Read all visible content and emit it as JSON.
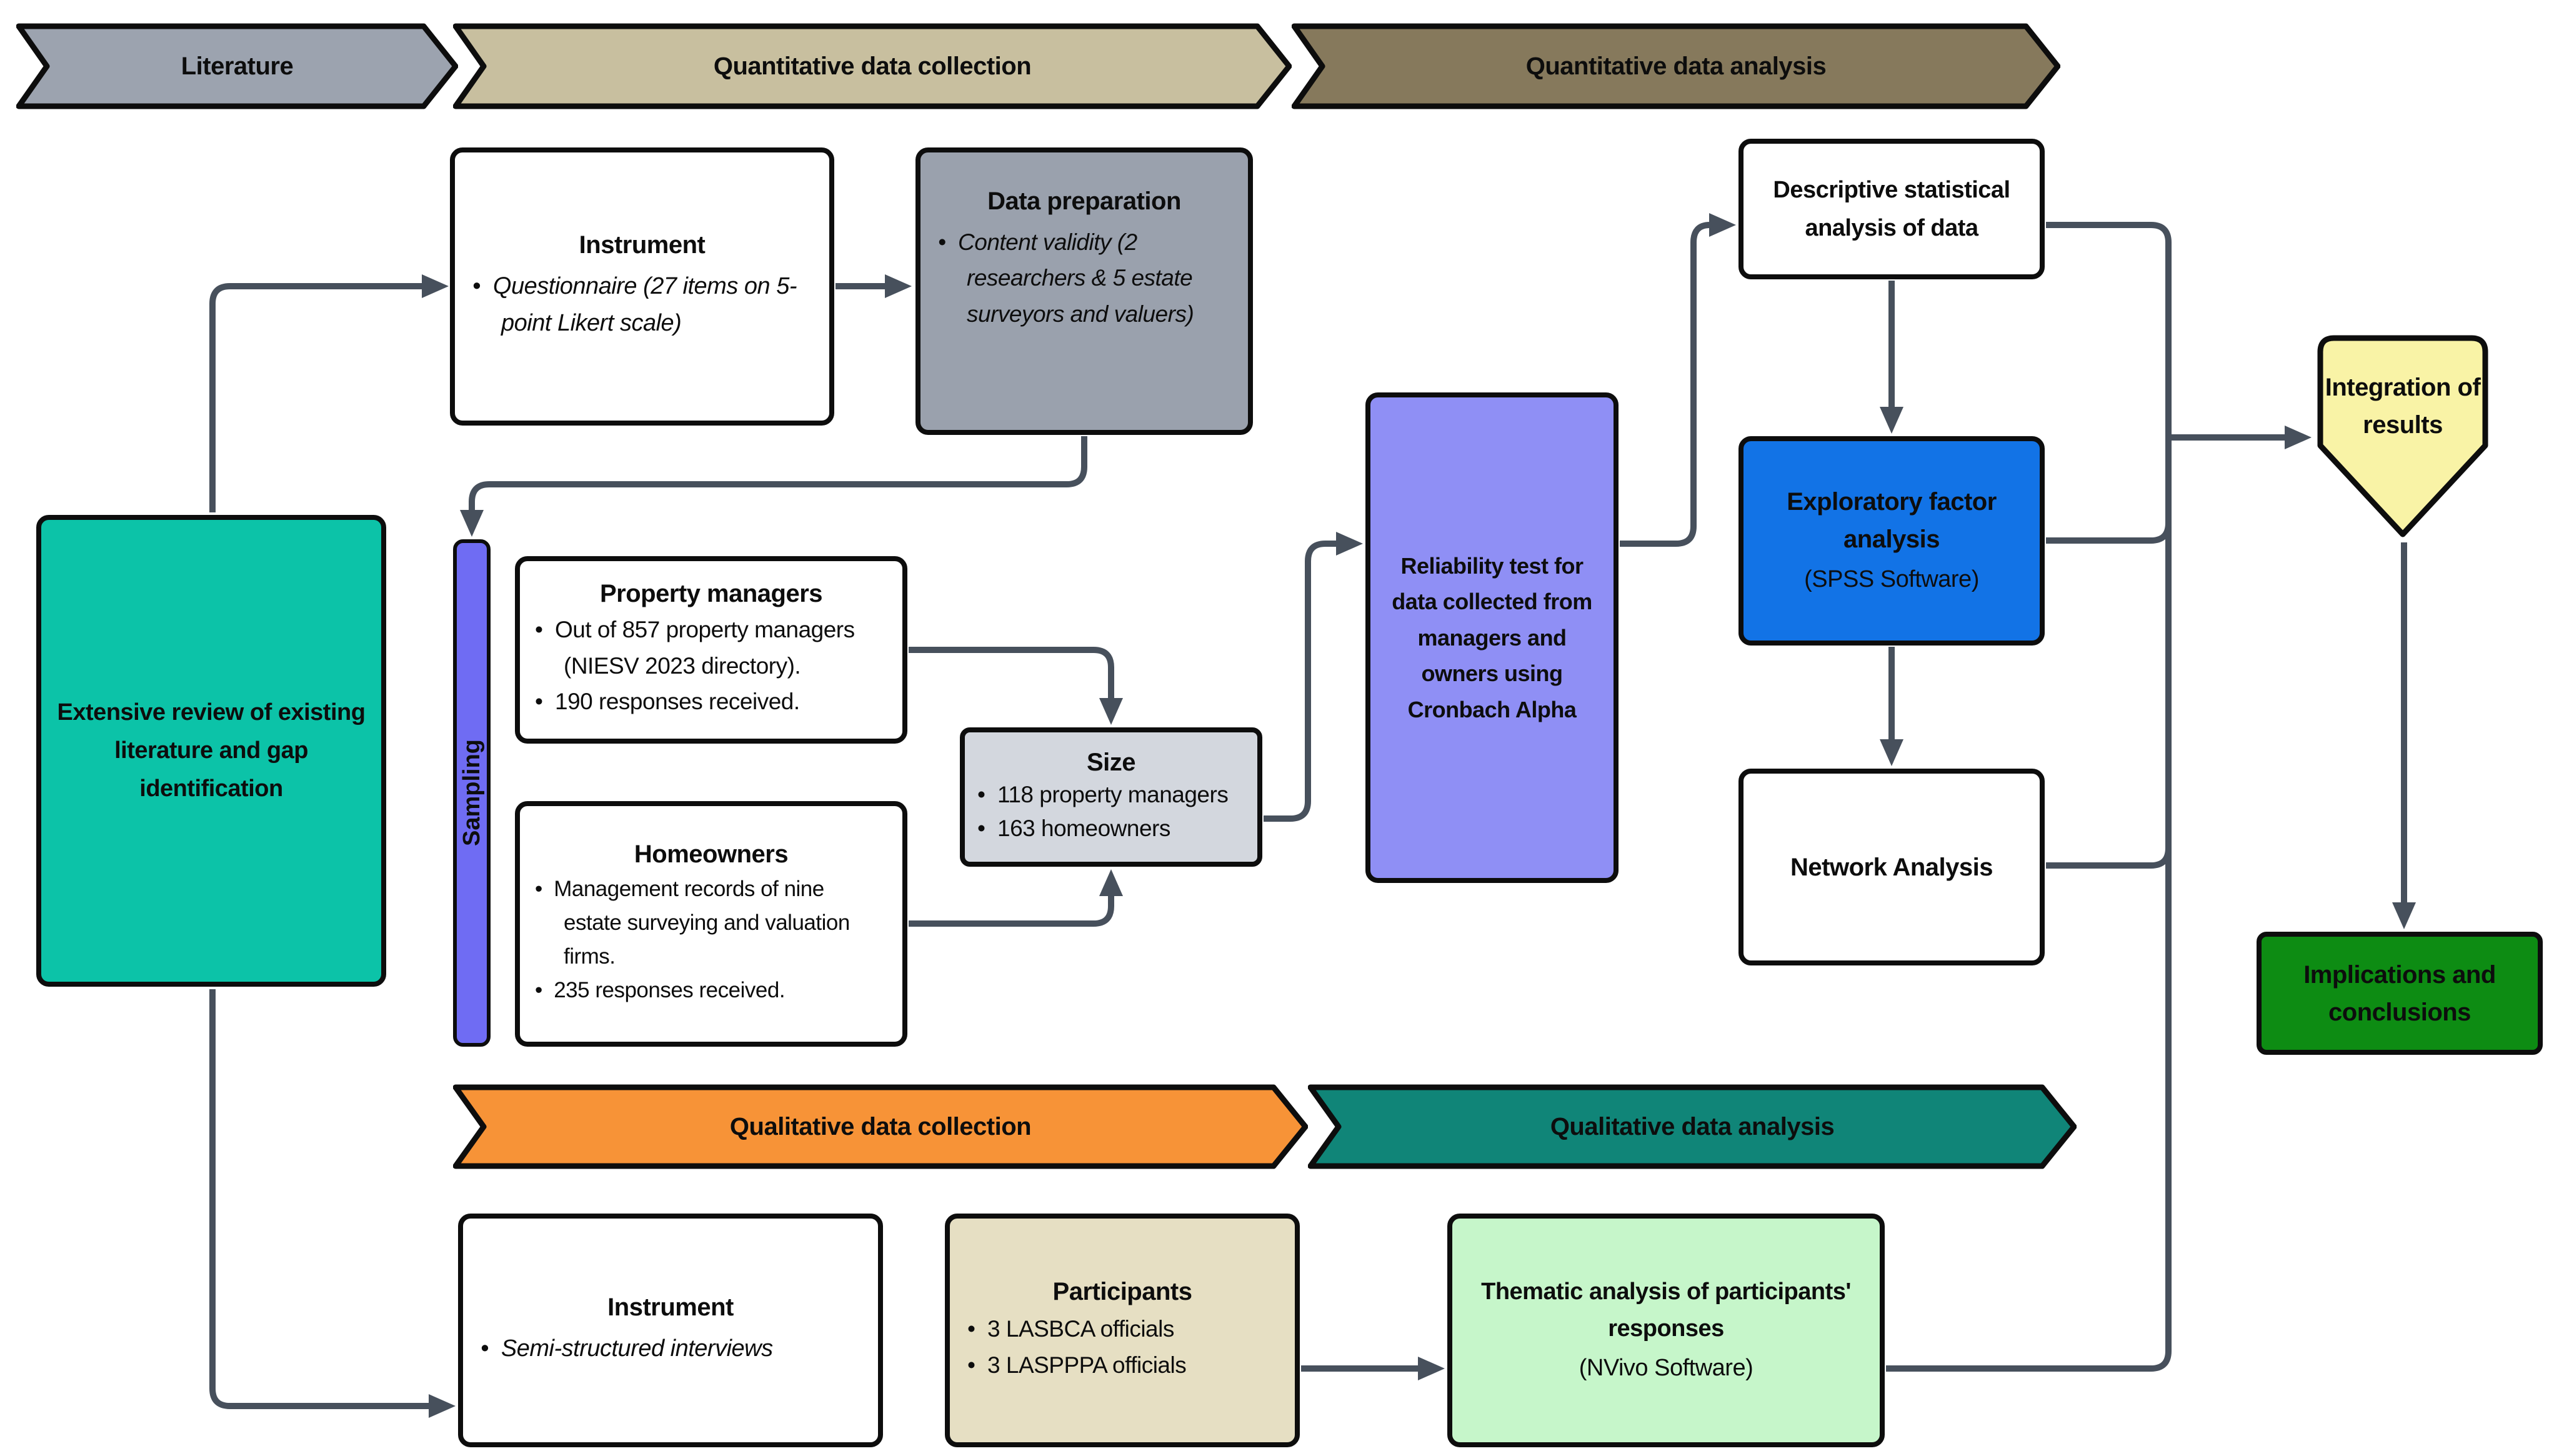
{
  "banners": {
    "literature": {
      "label": "Literature",
      "color": "#9ca3af"
    },
    "quant_collection": {
      "label": "Quantitative data collection",
      "color": "#c8bf9f"
    },
    "quant_analysis": {
      "label": "Quantitative data analysis",
      "color": "#86795c"
    },
    "qual_collection": {
      "label": "Qualitative data collection",
      "color": "#f79337"
    },
    "qual_analysis": {
      "label": "Qualitative data analysis",
      "color": "#108578"
    }
  },
  "boxes": {
    "review": {
      "text": "Extensive review of existing literature and gap identification"
    },
    "instrument_quant": {
      "title": "Instrument",
      "bullets": [
        "Questionnaire (27 items on 5-point Likert scale)"
      ]
    },
    "data_preparation": {
      "title": "Data preparation",
      "bullets": [
        "Content validity (2 researchers & 5 estate surveyors and valuers)"
      ]
    },
    "sampling": {
      "label": "Sampling"
    },
    "property_managers": {
      "title": "Property managers",
      "bullets": [
        "Out of 857 property managers (NIESV 2023 directory).",
        "190 responses received."
      ]
    },
    "homeowners": {
      "title": "Homeowners",
      "bullets": [
        "Management records of nine estate surveying and valuation firms.",
        "235 responses received."
      ]
    },
    "size": {
      "title": "Size",
      "bullets": [
        "118 property managers",
        "163 homeowners"
      ]
    },
    "reliability": {
      "text": "Reliability test for data collected from managers and owners using Cronbach Alpha"
    },
    "descriptive": {
      "text": "Descriptive statistical analysis of data"
    },
    "efa": {
      "title": "Exploratory factor analysis",
      "subtitle": "(SPSS Software)"
    },
    "network": {
      "text": "Network Analysis"
    },
    "integration": {
      "text": "Integration of results"
    },
    "implications": {
      "text": "Implications and conclusions"
    },
    "instrument_qual": {
      "title": "Instrument",
      "bullets": [
        "Semi-structured interviews"
      ]
    },
    "participants": {
      "title": "Participants",
      "bullets": [
        "3 LASBCA officials",
        "3 LASPPPA officials"
      ]
    },
    "thematic": {
      "title": "Thematic analysis of participants' responses",
      "subtitle": "(NVivo Software)"
    }
  },
  "colors": {
    "connector": "#47505c",
    "banner_literature": "#9ca3af",
    "banner_quant_collection": "#c8bf9f",
    "banner_quant_analysis": "#86795c",
    "banner_qual_collection": "#f79337",
    "banner_qual_analysis": "#108578",
    "box_gray": "#9aa1ad",
    "box_teal": "#0cc3a8",
    "box_ltgray": "#d3d7de",
    "box_purple": "#8f8ff5",
    "box_violet": "#6f6cf3",
    "box_blue": "#1273e6",
    "box_yellow": "#f9f3a6",
    "box_green": "#0d8c13",
    "box_tan": "#e6dfc3",
    "box_ltgreen": "#c6f6ca"
  }
}
